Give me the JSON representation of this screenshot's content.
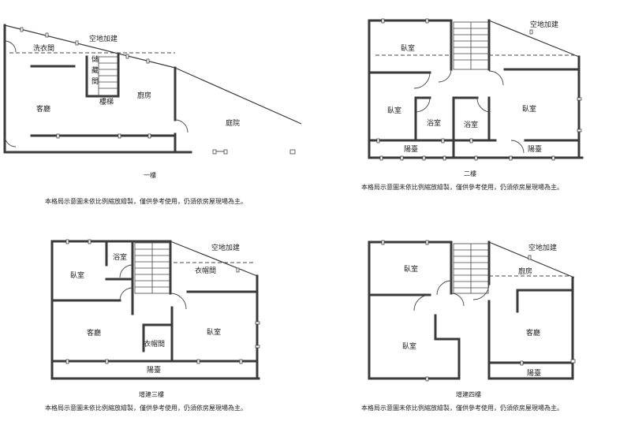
{
  "plans": [
    {
      "caption": "一樓",
      "note": "本格局示意圖未依比例縮放繪製，僅供參考使用，仍須依房屋現場為主。",
      "rooms": {
        "laundry": "洗衣間",
        "addition": "空地加建",
        "storage": "儲藏間",
        "stairs": "樓梯",
        "kitchen": "廚房",
        "living": "客廳",
        "yard": "庭院"
      }
    },
    {
      "caption": "二樓",
      "note": "本格局示意圖未依比例縮放繪製，僅供參考使用，仍須依房屋現場為主。",
      "rooms": {
        "bedroom_tl": "臥室",
        "addition": "空地加建",
        "bedroom_ml": "臥室",
        "bath_1": "浴室",
        "bath_2": "浴室",
        "bedroom_r": "臥室",
        "balcony_l": "陽臺",
        "balcony_r": "陽臺"
      }
    },
    {
      "caption": "增建三樓",
      "note": "本格局示意圖未依比例縮放繪製，僅供參考使用，仍須依房屋現場為主。",
      "rooms": {
        "bath": "浴室",
        "addition": "空地加建",
        "bedroom_l": "臥室",
        "closet_1": "衣帽間",
        "living": "客廳",
        "closet_2": "衣帽間",
        "bedroom_r": "臥室",
        "balcony": "陽臺"
      }
    },
    {
      "caption": "增建四樓",
      "note": "本格局示意圖未依比例縮放繪製，僅供參考使用，仍須依房屋現場為主。",
      "rooms": {
        "bedroom_t": "臥室",
        "addition": "空地加建",
        "kitchen": "廚房",
        "living": "客廳",
        "bedroom_b": "臥室",
        "balcony": "陽臺"
      }
    }
  ]
}
